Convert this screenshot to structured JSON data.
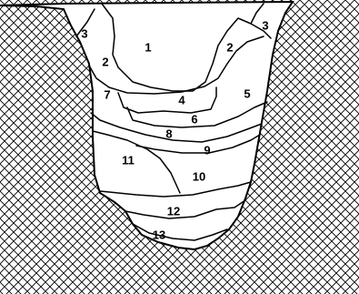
{
  "diagram": {
    "region_labels": [
      "1",
      "2",
      "3",
      "4",
      "5",
      "6",
      "7",
      "8",
      "9",
      "10",
      "11",
      "12",
      "13"
    ],
    "colors": {
      "background": "#ffffff",
      "hatch": "#000000",
      "outline": "#000000",
      "fill": "#ffffff"
    }
  }
}
